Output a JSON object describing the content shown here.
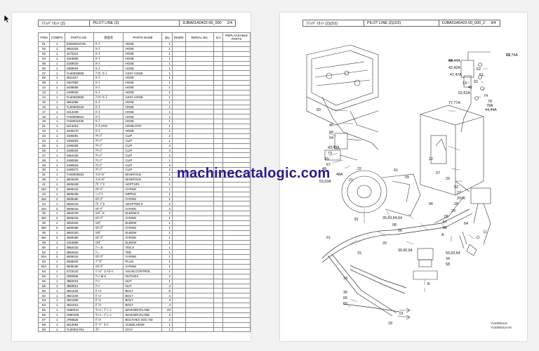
{
  "left_page": {
    "header": {
      "title_jp": "ﾗｲﾝ/ﾊﾟｲﾛｯﾄ (2)",
      "title_en": "PILOT LINE (2)",
      "code": "DJBA01A0422-00_000",
      "page": "2/4"
    },
    "columns": [
      "ITEM",
      "COMPO",
      "PARTS NO.",
      "部品名",
      "PARTS NAME",
      "Qty",
      "INNER",
      "SERIAL NO.",
      "ICA",
      "REPLACEABLE PARTS"
    ],
    "rows": [
      [
        "01",
        "1",
        "ZX500022740",
        "ﾎｰｽ",
        "HOSE",
        "1"
      ],
      [
        "02",
        "1",
        "4652333",
        "ﾎｰｽ",
        "HOSE",
        "1"
      ],
      [
        "03",
        "1",
        "4472221",
        "ﾎｰｽ",
        "HOSE",
        "1"
      ],
      [
        "04",
        "1",
        "4316558",
        "ﾎｰｽ",
        "HOSE",
        "1"
      ],
      [
        "05",
        "1",
        "4159019",
        "ﾎｰｽ",
        "HOSE",
        "1"
      ],
      [
        "06",
        "1",
        "4369504",
        "ﾎｰｽ",
        "HOSE",
        "1"
      ],
      [
        "07",
        "1",
        "YL60003828",
        "ｱｯｾﾝ ﾎｰｽ",
        "ASSY HOSE",
        "1"
      ],
      [
        "08",
        "1",
        "4611627",
        "ﾎｰｽ",
        "HOSE",
        "1"
      ],
      [
        "09",
        "1",
        "4367950",
        "ﾎｰｽ",
        "HOSE",
        "1"
      ],
      [
        "12",
        "1",
        "4438656",
        "ﾎｰｽ",
        "HOSE",
        "1"
      ],
      [
        "13",
        "1",
        "4159025",
        "ﾎｰｽ",
        "HOSE",
        "1"
      ],
      [
        "14",
        "1",
        "YL60003828",
        "ｱｯｾﾝ ﾎｰｽ",
        "ASSY HOSE",
        "1"
      ],
      [
        "15",
        "1",
        "4651086",
        "ﾎｰｽ",
        "HOSE",
        "1"
      ],
      [
        "16",
        "1",
        "YL60000120",
        "ﾎｰｽ",
        "HOSE",
        "1"
      ],
      [
        "17",
        "1",
        "4312239",
        "ﾎｰｽ",
        "HOSE",
        "1"
      ],
      [
        "18",
        "1",
        "YA00006621",
        "ﾎｰｽ",
        "HOSE",
        "1"
      ],
      [
        "19",
        "1",
        "YA00011036",
        "ﾎｰｽ",
        "HOSE",
        "1"
      ],
      [
        "21",
        "1",
        "4213461",
        "ﾎｰｽ;HYD",
        "HOSE;HYD",
        "1"
      ],
      [
        "22",
        "1",
        "4445170",
        "ﾎｰｽ",
        "HOSE",
        "1"
      ],
      [
        "23",
        "1",
        "4190291",
        "ｸﾘｯﾌﾟ",
        "CLIP",
        "2"
      ],
      [
        "24",
        "1",
        "4190253",
        "ｸﾘｯﾌﾟ",
        "CLIP",
        "1"
      ],
      [
        "25",
        "1",
        "4190283",
        "ｸﾘｯﾌﾟ",
        "CLIP",
        "3"
      ],
      [
        "26",
        "1",
        "4190334",
        "ｸﾘｯﾌﾟ",
        "CLIP",
        "4"
      ],
      [
        "27",
        "1",
        "4354136",
        "ｸﾘｯﾌﾟ",
        "CLIP",
        "2"
      ],
      [
        "28",
        "1",
        "4190264",
        "ｸﾘｯﾌﾟ",
        "CLIP",
        "1"
      ],
      [
        "29",
        "1",
        "4190816",
        "ｸﾘｯﾌﾟ",
        "CLIP",
        "3"
      ],
      [
        "30",
        "1",
        "4190272",
        "ｸﾘｯﾌﾟ",
        "CLIP",
        "2"
      ],
      [
        "31",
        "1",
        "YA00006634",
        "ﾏﾆﾎｰﾙﾄﾞ",
        "MANIFOLD",
        "1"
      ],
      [
        "39",
        "1",
        "4604649",
        "ﾏﾆﾎｰﾙﾄﾞ",
        "MANIFOLD",
        "1"
      ],
      [
        "41",
        "1",
        "4605108",
        "ｱﾀﾞﾌﾟﾀ",
        "ADPT;SPL",
        "1"
      ],
      [
        "42A",
        "2",
        "4506416",
        "Oﾘﾝｸﾞ",
        "O-RING",
        "1"
      ],
      [
        "43",
        "1",
        "4605108",
        "ﾆｯﾌﾟﾙ",
        "NIPPLE",
        "1"
      ],
      [
        "43A",
        "2",
        "4509180",
        "Oﾘﾝｸﾞ",
        "O-RING",
        "1"
      ],
      [
        "44",
        "1",
        "4602142",
        "ｱﾀﾞﾌﾟﾀ",
        "ADAPTER;S",
        "2"
      ],
      [
        "44A",
        "2",
        "4506416",
        "Oﾘﾝｸﾞ",
        "O-RING",
        "2"
      ],
      [
        "45",
        "1",
        "4652240",
        "ｴﾙﾎﾞ;S",
        "ELBOW;S",
        "1"
      ],
      [
        "45A",
        "2",
        "4506416",
        "Oﾘﾝｸﾞ",
        "O-RING",
        "1"
      ],
      [
        "46",
        "1",
        "4652332",
        "ｴﾙﾎﾞ",
        "ELBOW",
        "1"
      ],
      [
        "46A",
        "2",
        "4509180",
        "Oﾘﾝｸﾞ",
        "O-RING",
        "1"
      ],
      [
        "48",
        "1",
        "4652333",
        "ｴﾙﾎﾞ",
        "ELBOW",
        "1"
      ],
      [
        "48A",
        "2",
        "4509180",
        "Oﾘﾝｸﾞ",
        "O-RING",
        "1"
      ],
      [
        "49",
        "1",
        "4154658",
        "ｴﾙﾎﾞ",
        "ELBOW",
        "1"
      ],
      [
        "50",
        "1",
        "4652432",
        "ﾃｨｰ;S",
        "TEE;S",
        "1"
      ],
      [
        "52",
        "1",
        "4652543",
        "ﾃｨｰ",
        "TEE",
        "1"
      ],
      [
        "52A",
        "2",
        "4506416",
        "Oﾘﾝｸﾞ",
        "O-RING",
        "1"
      ],
      [
        "53",
        "1",
        "4565003",
        "ﾌﾟﾗｸﾞ",
        "PLUG",
        "1"
      ],
      [
        "53A",
        "2",
        "4509180",
        "Oﾘﾝｸﾞ",
        "O-RING",
        "1"
      ],
      [
        "54",
        "1",
        "4723122",
        "ﾊﾞﾙﾌﾞ ｺﾝﾄﾛｰﾙ",
        "VALVE;CONTROL",
        "1"
      ],
      [
        "55",
        "1",
        "J250006",
        "ﾅｯﾄ M 6",
        "NUT;HEX",
        "2"
      ],
      [
        "56",
        "1",
        "J950010",
        "ﾅｯﾄ",
        "NUT",
        "1"
      ],
      [
        "58",
        "1",
        "J950012",
        "ﾅｯﾄ",
        "NUT",
        "4"
      ],
      [
        "60",
        "1",
        "J921025",
        "ﾎﾞﾙﾄ",
        "BOLT",
        "8"
      ],
      [
        "62",
        "1",
        "J921030",
        "ﾎﾞﾙﾄ",
        "BOLT",
        "3"
      ],
      [
        "63",
        "1",
        "J921080",
        "ﾎﾞﾙﾄ",
        "BOLT",
        "3"
      ],
      [
        "64",
        "1",
        "J921016",
        "ﾎﾞﾙﾄ",
        "BOLT",
        "4"
      ],
      [
        "65",
        "1",
        "A590010",
        "ﾜｯｼｬｰ ﾌﾟﾚｰﾝ",
        "WASHER;PLANE",
        "23"
      ],
      [
        "66",
        "1",
        "A590106",
        "ﾜｯｼｬｰ ﾌﾟﾚｰﾝ",
        "WASHER;PLANE",
        "2"
      ],
      [
        "67",
        "1",
        "J780625",
        "ﾎﾞﾙﾄ",
        "BOLT;HEX SOC HD",
        "2"
      ],
      [
        "68",
        "1",
        "4612094",
        "ｶﾞｲﾄﾞ ﾎｰｽ",
        "GUIDE;HOSE",
        "1"
      ],
      [
        "69",
        "1",
        "YL00001791",
        "ｽﾃｰ",
        "STAY",
        "1"
      ]
    ]
  },
  "right_page": {
    "header": {
      "title_jp": "ﾗｲﾝ/ﾊﾟｲﾛｯﾄ (2)(2/2)",
      "title_en": "PILOT LINE (2)(2/2)",
      "code": "DJBA01A0422-00_000_2",
      "page": "3/4"
    },
    "callouts": [
      "79,79A",
      "44,44A",
      "62",
      "42,42A",
      "61",
      "47,47A",
      "02",
      "12",
      "41",
      "52,52A",
      "74",
      "78",
      "78A",
      "77,77A",
      "44,44A",
      "50",
      "45",
      "68",
      "64",
      "43,43A",
      "73",
      "65",
      "67",
      "48",
      "48A",
      "53,53A",
      "21",
      "22",
      "61",
      "09",
      "12",
      "07",
      "25",
      "27",
      "20",
      "28",
      "29",
      "16",
      "63",
      "81",
      "35,63,64,64",
      "08",
      "06",
      "06",
      "05",
      "57",
      "66",
      "64",
      "61",
      "20",
      "30,60,64",
      "15",
      "56,63,64",
      "34",
      "58",
      "19",
      "30",
      "66",
      "02",
      "18",
      "01",
      "A",
      "B",
      "61",
      "69"
    ],
    "figure_ids": [
      "YL60000414",
      "YL60000414-00"
    ]
  },
  "watermark": "machinecatalogic.com",
  "colors": {
    "watermark": "#2a1a8a",
    "line": "#333333",
    "border": "#8a8a8a"
  }
}
